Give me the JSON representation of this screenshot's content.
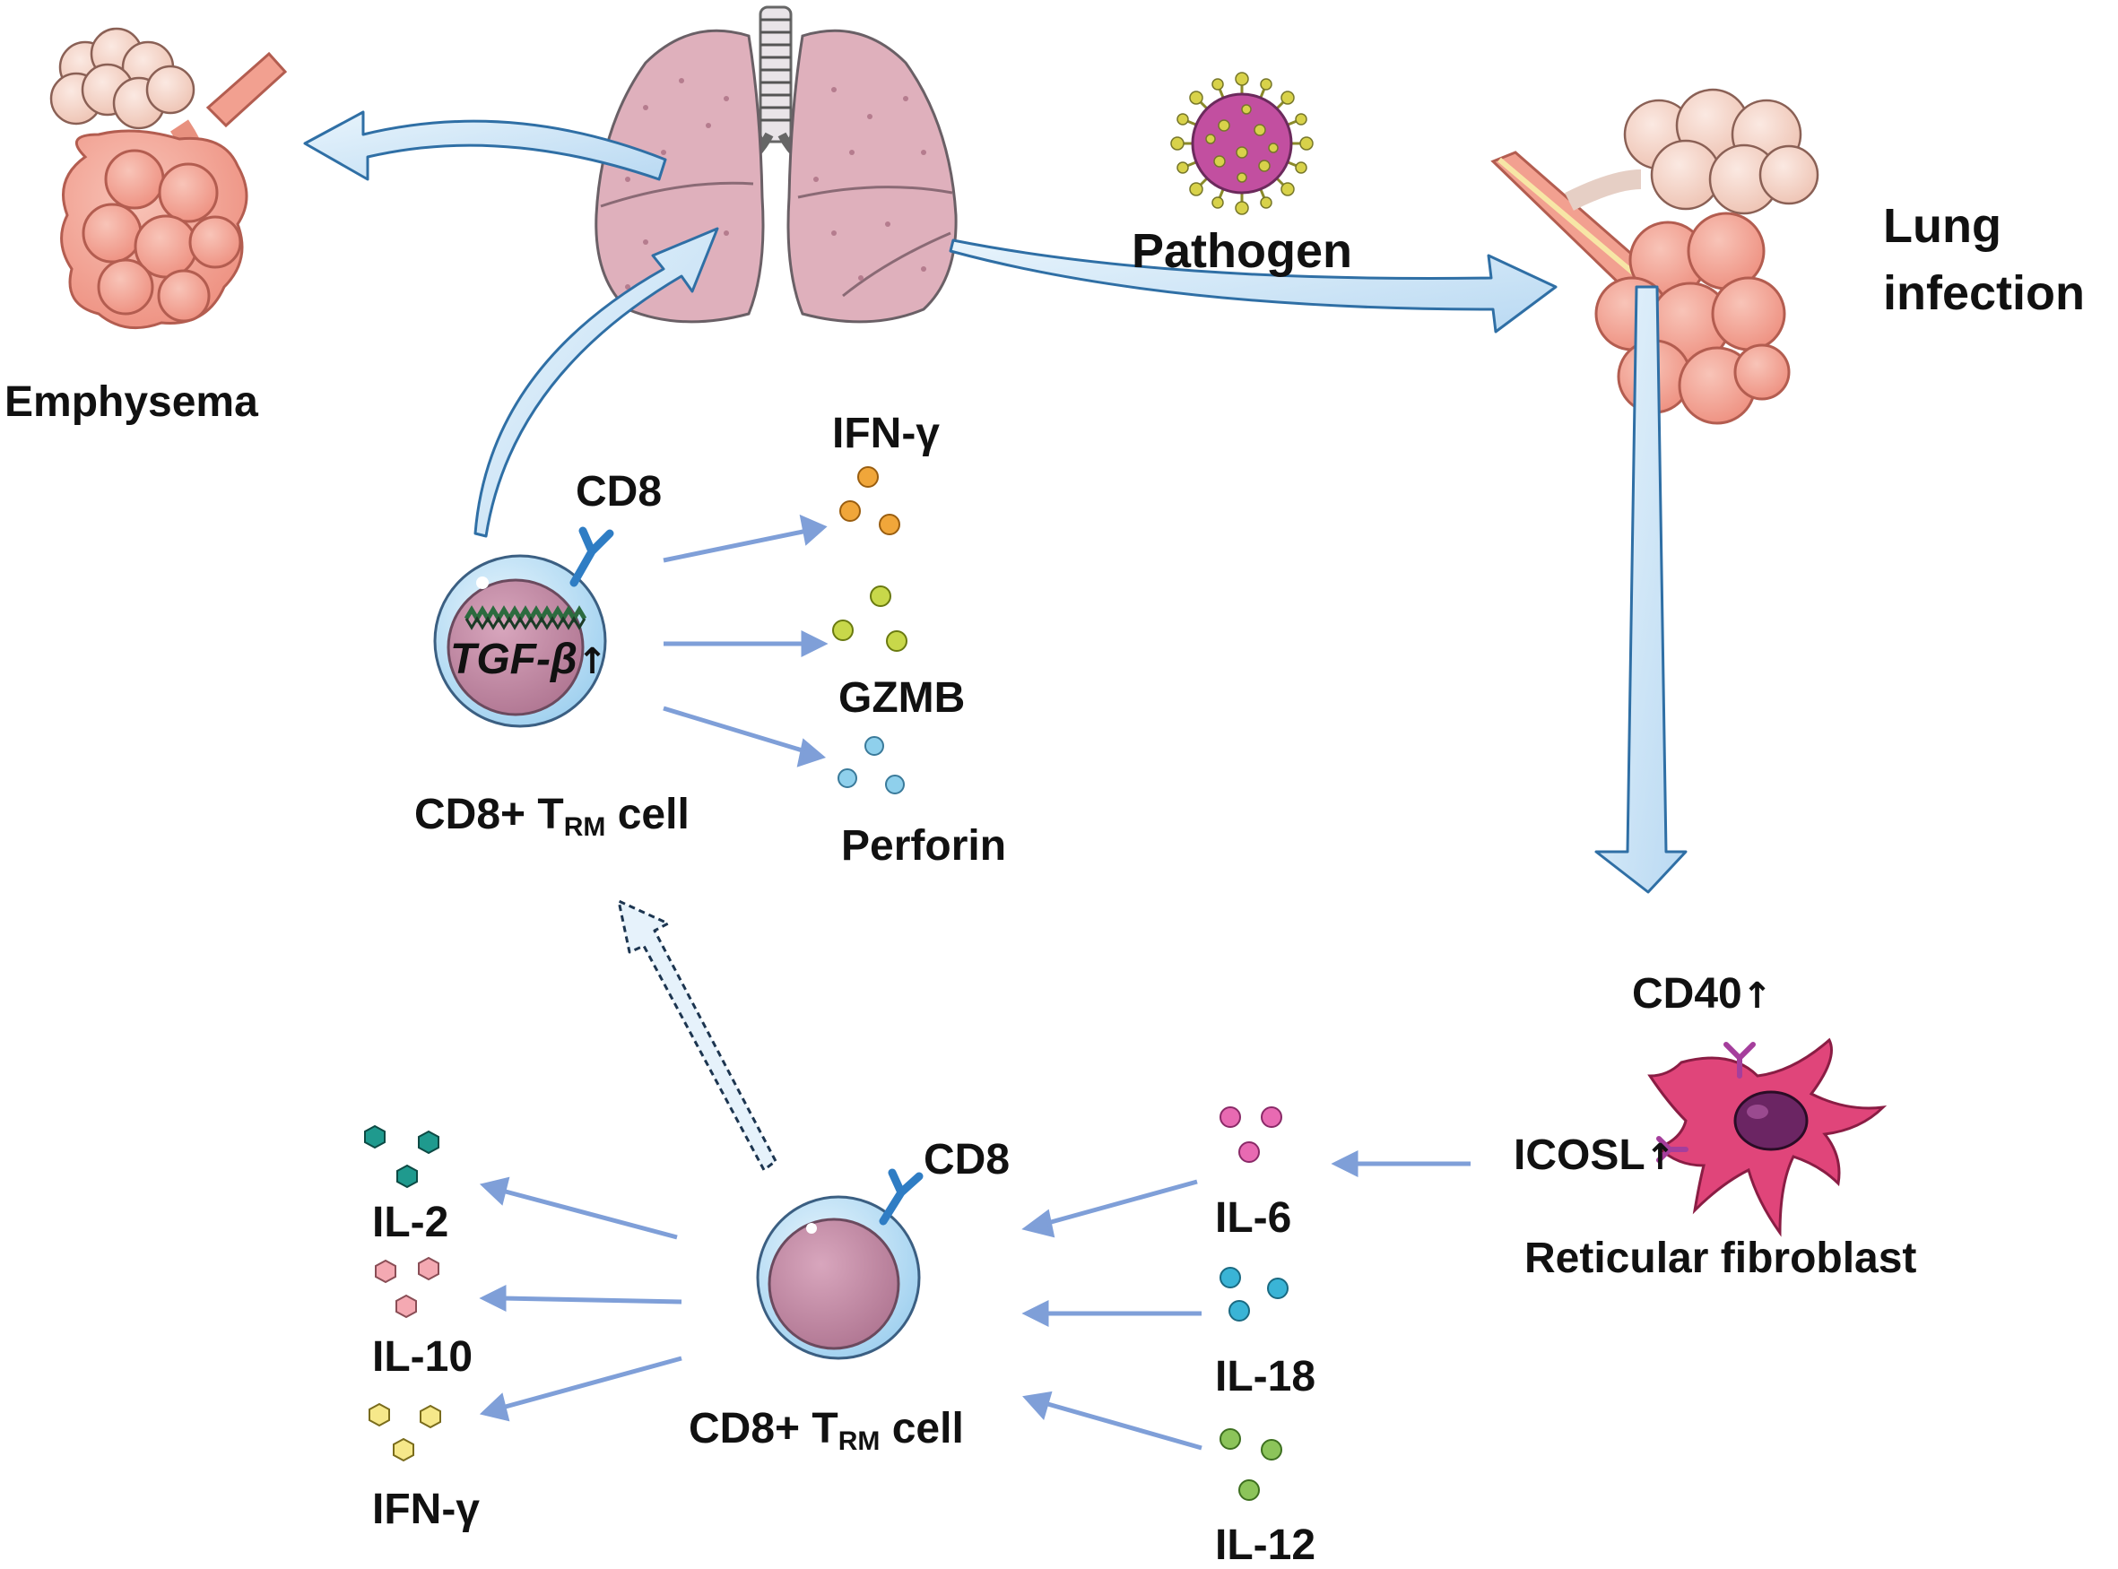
{
  "colors": {
    "arrow_fill": "#cfe6f7",
    "arrow_stroke": "#2f6fa5",
    "thin_arrow": "#7f9fd8",
    "lung": "#dcaab5",
    "alveoli": "#f3a79a",
    "alveoli_pale": "#f3d3c7",
    "cell_outer": "#bfe1f5",
    "cell_inner": "#c690a8",
    "fibroblast": "#e0457a",
    "nucleus": "#6b2563",
    "receptor_blue": "#2f7dc4",
    "receptor_purple": "#a53e9c",
    "pathogen_core": "#c24fa0",
    "pathogen_spike": "#d8d24a"
  },
  "labels": {
    "emphysema": "Emphysema",
    "pathogen": "Pathogen",
    "lung_infection_line1": "Lung",
    "lung_infection_line2": "infection",
    "cd8_top": "CD8",
    "tgf_beta": "TGF-β",
    "trm_top_prefix": "CD8+ T",
    "trm_top_sub": "RM",
    "trm_top_suffix": " cell",
    "ifn_gamma_top": "IFN-γ",
    "gzmb": "GZMB",
    "perforin": "Perforin",
    "cd40": "CD40",
    "icosl": "ICOSL",
    "reticular_fibroblast": "Reticular fibroblast",
    "cd8_bottom": "CD8",
    "trm_bottom_prefix": "CD8+ T",
    "trm_bottom_sub": "RM",
    "trm_bottom_suffix": " cell",
    "il6": "IL-6",
    "il18": "IL-18",
    "il12": "IL-12",
    "il2": "IL-2",
    "il10": "IL-10",
    "ifn_gamma_bottom": "IFN-γ"
  },
  "icons": {
    "lungs": "lungs-icon",
    "alveoli_left": "alveoli-icon",
    "alveoli_right": "alveoli-icon",
    "pathogen": "virus-icon",
    "t_cell": "t-cell-icon",
    "fibroblast": "fibroblast-icon",
    "up_arrow": "up-arrow-icon"
  }
}
